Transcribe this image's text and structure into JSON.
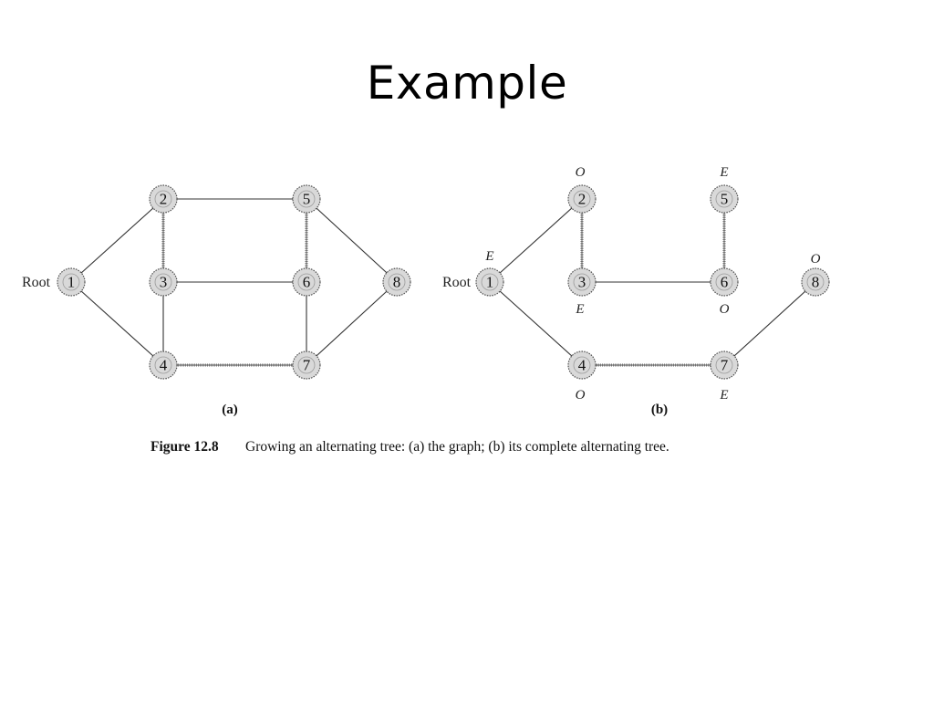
{
  "slide": {
    "title": "Example"
  },
  "figure": {
    "number_label": "Figure 12.8",
    "caption": "Growing an alternating tree: (a) the graph; (b) its complete alternating tree."
  },
  "panel_a": {
    "sub_label": "(a)",
    "root_label": "Root",
    "nodes": [
      "1",
      "2",
      "3",
      "4",
      "5",
      "6",
      "7",
      "8"
    ]
  },
  "panel_b": {
    "sub_label": "(b)",
    "root_label": "Root",
    "nodes": [
      "1",
      "2",
      "3",
      "4",
      "5",
      "6",
      "7",
      "8"
    ],
    "parity_labels": {
      "n1": "E",
      "n2": "O",
      "n3": "E",
      "n4": "O",
      "n5": "E",
      "n6": "O",
      "n7": "E",
      "n8": "O"
    }
  }
}
